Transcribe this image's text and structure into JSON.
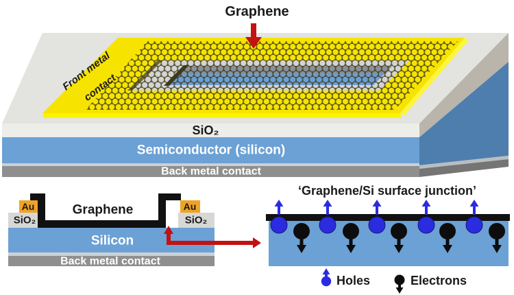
{
  "figure": {
    "top_3d": {
      "graphene_label": "Graphene",
      "front_contact_line1": "Front metal",
      "front_contact_line2": "contact",
      "sio2_label": "SiO₂",
      "semiconductor_label": "Semiconductor (silicon)",
      "back_contact_label": "Back metal contact"
    },
    "cross_section": {
      "au_label": "Au",
      "sio2_label": "SiO₂",
      "graphene_label": "Graphene",
      "silicon_label": "Silicon",
      "back_contact_label": "Back metal contact"
    },
    "junction": {
      "title": "‘Graphene/Si surface junction’",
      "holes_label": "Holes",
      "electrons_label": "Electrons"
    },
    "colors": {
      "silicon_blue": "#6ba1d5",
      "silicon_side_blue": "#4e7ead",
      "window_blue": "#6b9fd3",
      "sio2_top_gray": "#e3e3e0",
      "sio2_front_gray": "#ededea",
      "sio2_side_gray": "#b9b5ab",
      "sio2_block_gray": "#d7d7d5",
      "ring_gray": "#d4d4d2",
      "shadow_gray": "#8a9097",
      "back_metal_gray": "#8f8f8f",
      "back_metal_side_gray": "#757575",
      "light_strip": "#ccd1d5",
      "metal_yellow": "#f6e400",
      "metal_yellow_bright": "#fcf303",
      "gold": "#efa325",
      "mesh_olive": "#3f3b1a",
      "hole_blue": "#2b2be0",
      "electron_black": "#0d0d0d",
      "graphene_black": "#111111",
      "arrow_red": "#c41111"
    }
  }
}
